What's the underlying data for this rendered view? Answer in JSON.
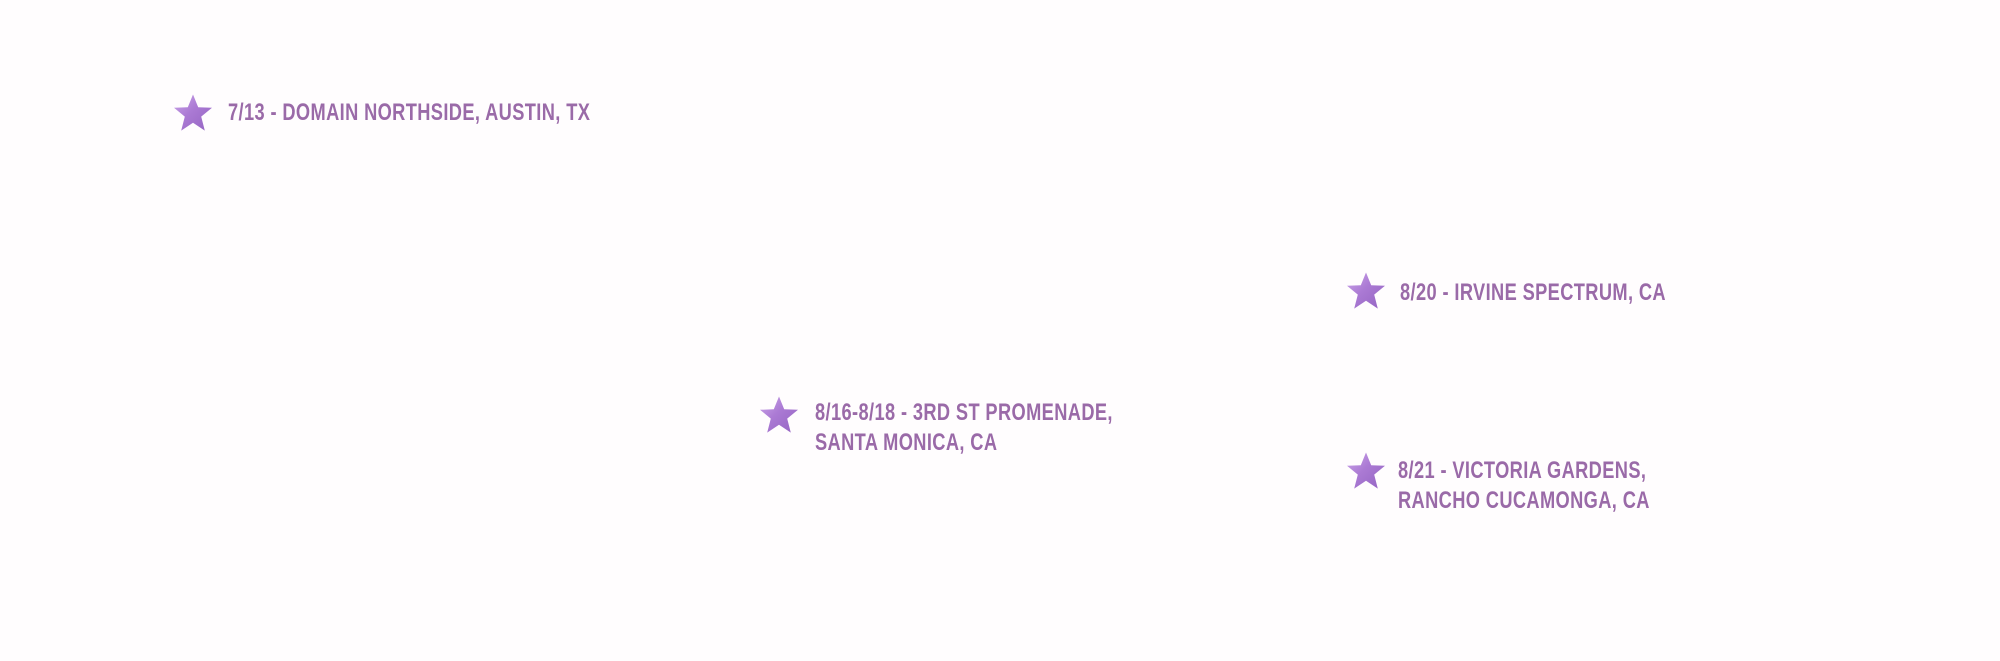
{
  "colors": {
    "text": "#9a6aa8",
    "star_light": "#c9a3e6",
    "star_mid": "#a877d2",
    "star_dark": "#8f5fc0",
    "background": "#fffdfe"
  },
  "events": [
    {
      "icon": "star-icon",
      "lines": [
        "7/13 - DOMAIN NORTHSIDE, AUSTIN, TX"
      ]
    },
    {
      "icon": "star-icon",
      "lines": [
        "8/20 - IRVINE SPECTRUM, CA"
      ]
    },
    {
      "icon": "star-icon",
      "lines": [
        "8/16-8/18 - 3RD ST PROMENADE,",
        "SANTA MONICA, CA"
      ]
    },
    {
      "icon": "star-icon",
      "lines": [
        "8/21 - VICTORIA GARDENS,",
        "RANCHO CUCAMONGA, CA"
      ]
    }
  ]
}
